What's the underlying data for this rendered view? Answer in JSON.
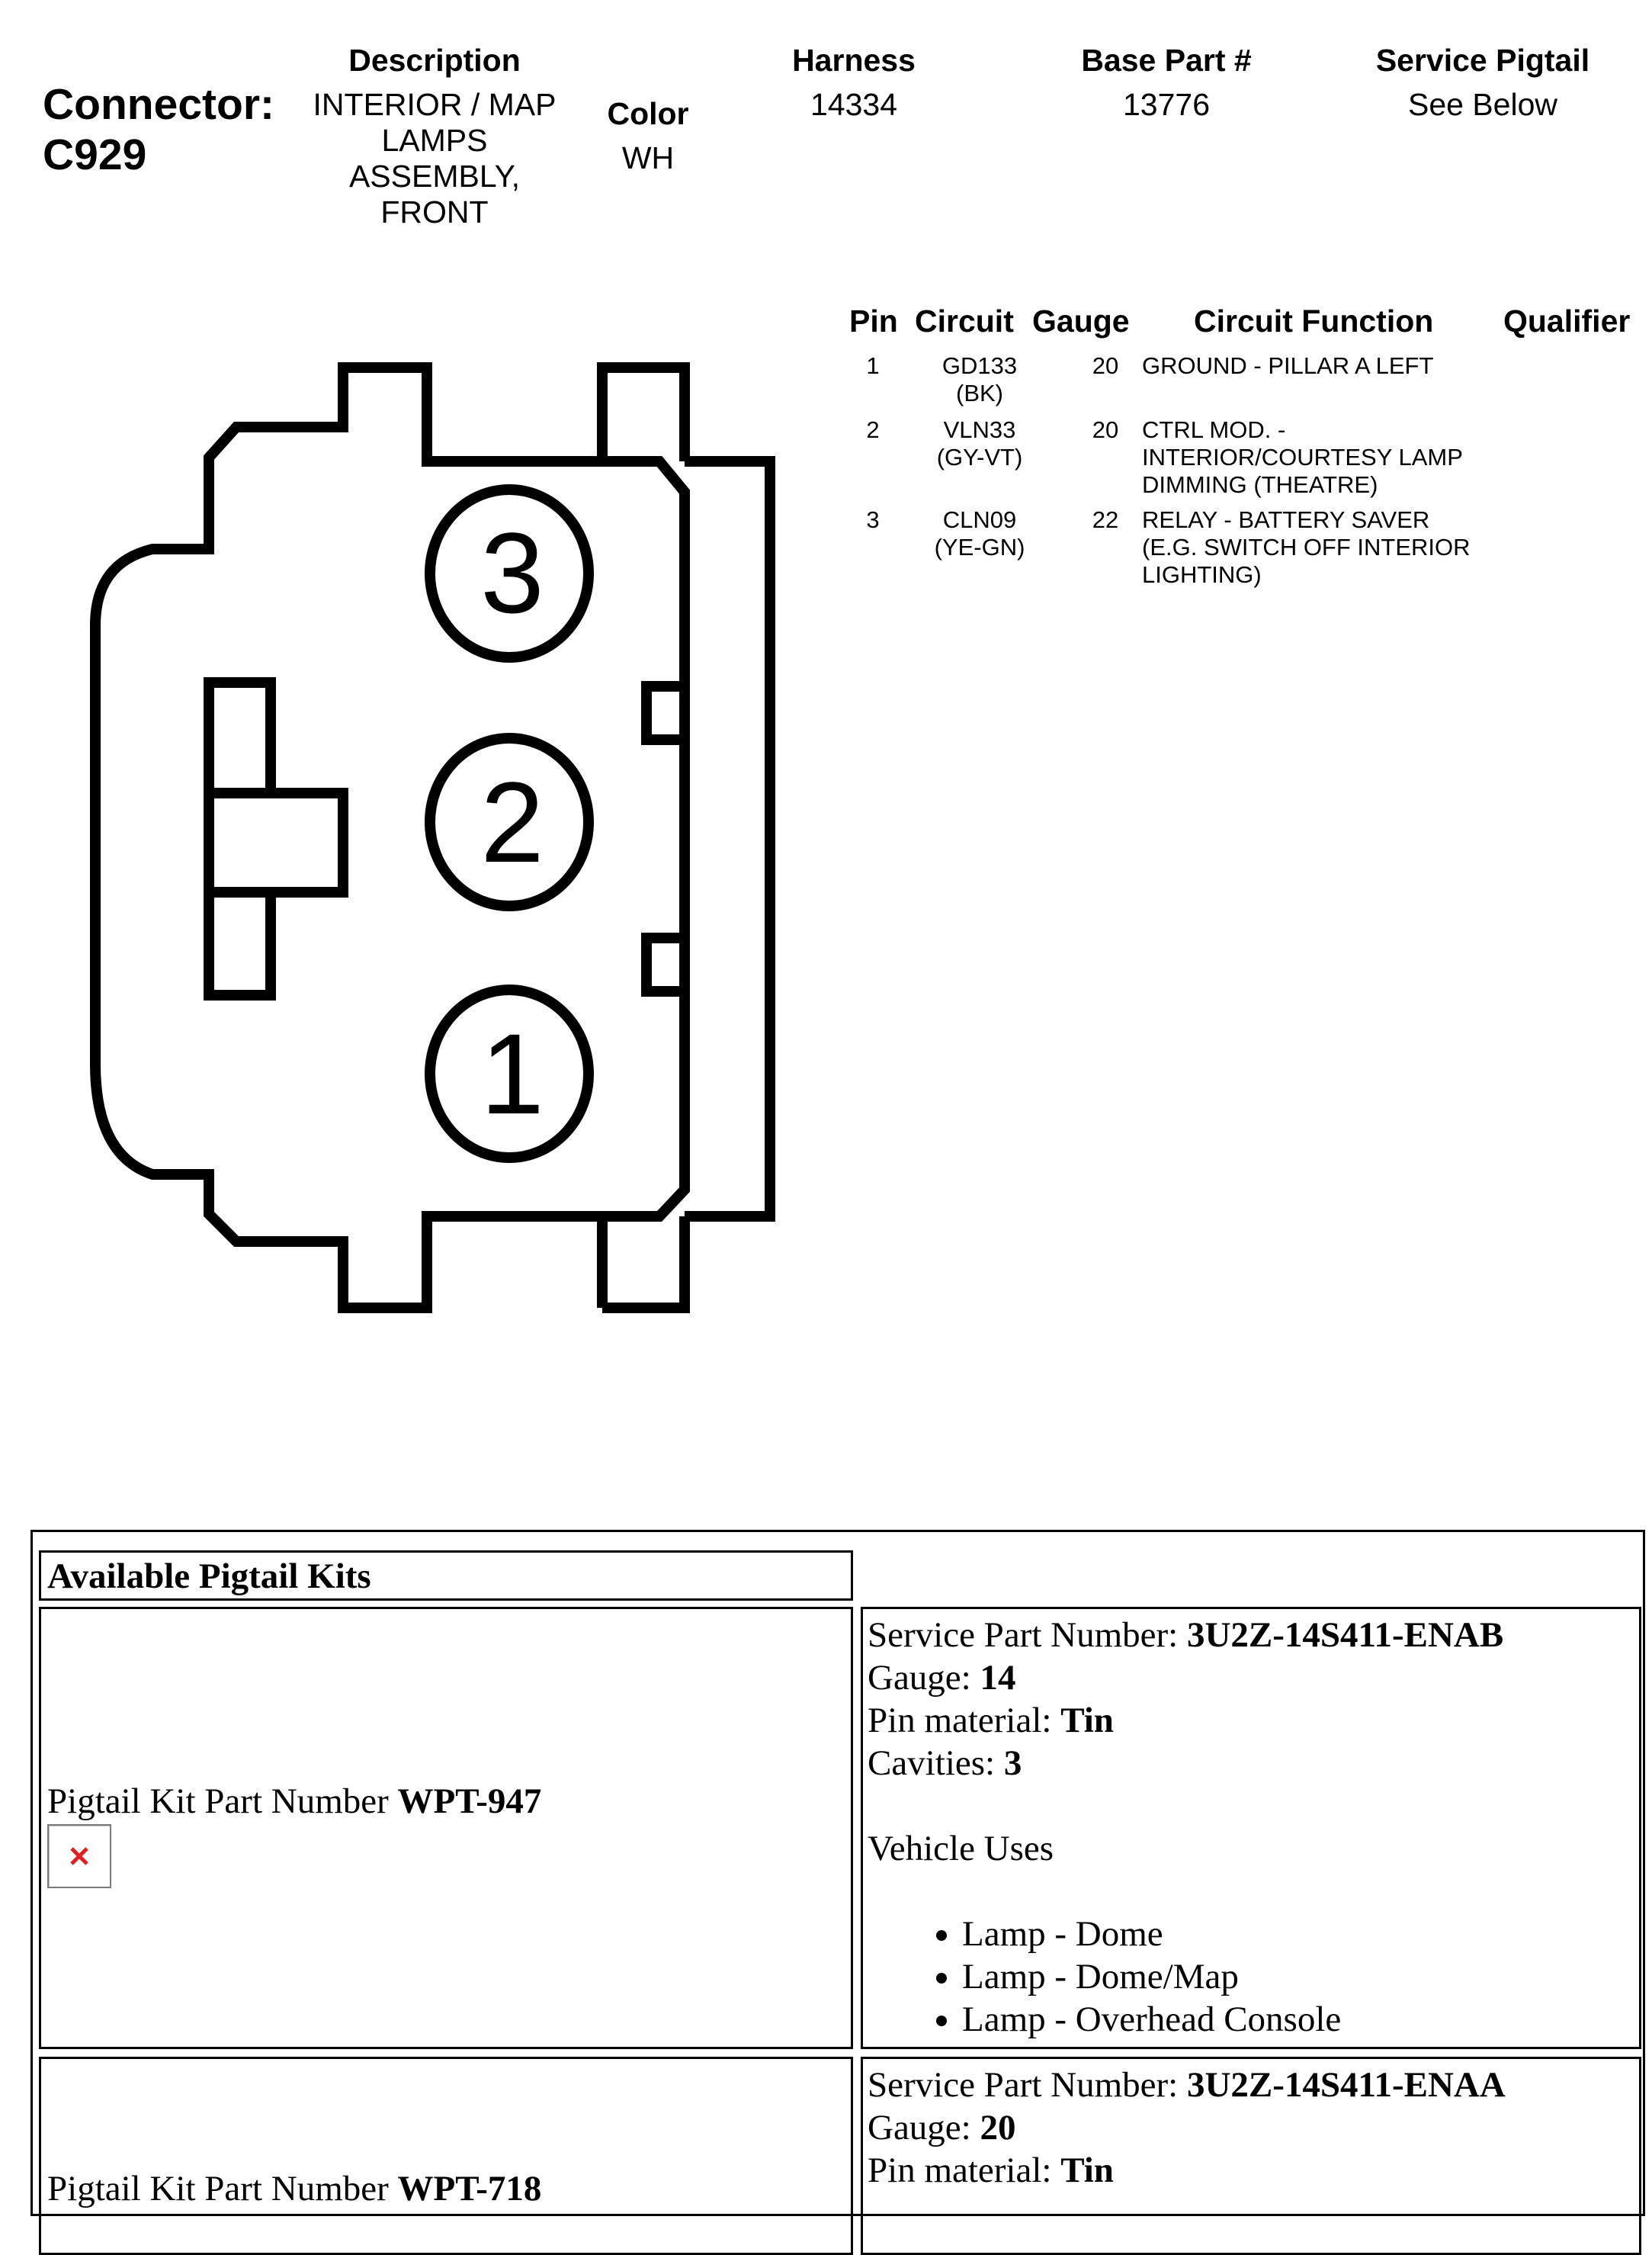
{
  "connector": {
    "label": "Connector:",
    "id": "C929"
  },
  "header": {
    "description_label": "Description",
    "description_lines": [
      "INTERIOR / MAP",
      "LAMPS",
      "ASSEMBLY,",
      "FRONT"
    ],
    "color_label": "Color",
    "color_value": "WH",
    "harness_label": "Harness",
    "harness_value": "14334",
    "base_part_label": "Base Part #",
    "base_part_value": "13776",
    "service_pigtail_label": "Service Pigtail",
    "service_pigtail_value": "See Below"
  },
  "pin_table": {
    "headers": {
      "pin": "Pin",
      "circuit": "Circuit",
      "gauge": "Gauge",
      "function": "Circuit Function",
      "qualifier": "Qualifier"
    },
    "rows": [
      {
        "pin": "1",
        "circuit": "GD133",
        "color": "(BK)",
        "gauge": "20",
        "function": [
          "GROUND - PILLAR A LEFT"
        ]
      },
      {
        "pin": "2",
        "circuit": "VLN33",
        "color": "(GY-VT)",
        "gauge": "20",
        "function": [
          "CTRL MOD. -",
          "INTERIOR/COURTESY LAMP",
          "DIMMING (THEATRE)"
        ]
      },
      {
        "pin": "3",
        "circuit": "CLN09",
        "color": "(YE-GN)",
        "gauge": "22",
        "function": [
          "RELAY - BATTERY SAVER",
          "(E.G. SWITCH OFF INTERIOR",
          "LIGHTING)"
        ]
      }
    ]
  },
  "diagram": {
    "pin_labels": [
      "3",
      "2",
      "1"
    ]
  },
  "kits": {
    "title": "Available Pigtail Kits",
    "kit_label": "Pigtail Kit Part Number ",
    "field_labels": {
      "service_part": "Service Part Number: ",
      "gauge": "Gauge: ",
      "pin_material": "Pin material: ",
      "cavities": "Cavities: ",
      "vehicle_uses": "Vehicle Uses"
    },
    "items": [
      {
        "kit_number": "WPT-947",
        "service_part": "3U2Z-14S411-ENAB",
        "gauge": "14",
        "pin_material": "Tin",
        "cavities": "3",
        "uses": [
          "Lamp - Dome",
          "Lamp - Dome/Map",
          "Lamp - Overhead Console"
        ]
      },
      {
        "kit_number": "WPT-718",
        "service_part": "3U2Z-14S411-ENAA",
        "gauge": "20",
        "pin_material": "Tin"
      }
    ]
  }
}
